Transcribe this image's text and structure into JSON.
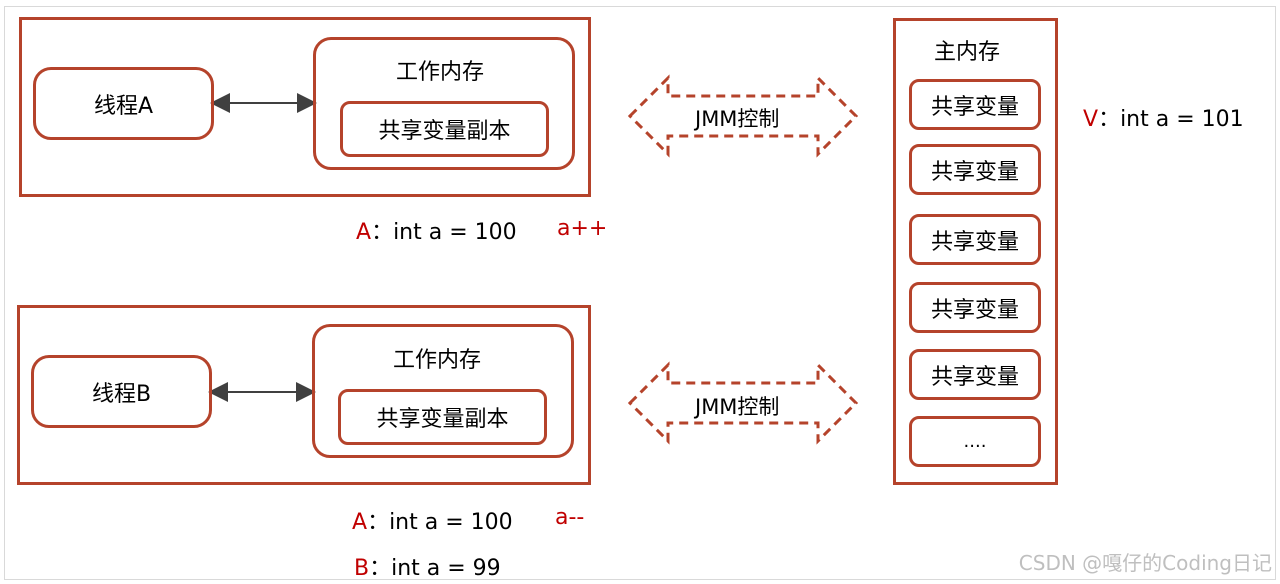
{
  "threadA": {
    "thread_label": "线程A",
    "work_memory_label": "工作内存",
    "copy_label": "共享变量副本"
  },
  "threadB": {
    "thread_label": "线程B",
    "work_memory_label": "工作内存",
    "copy_label": "共享变量副本"
  },
  "jmm_labels": [
    "JMM控制",
    "JMM控制"
  ],
  "main_memory": {
    "title": "主内存",
    "items": [
      "共享变量",
      "共享变量",
      "共享变量",
      "共享变量",
      "共享变量",
      "...."
    ]
  },
  "annotations": {
    "a_line_prefix": "A",
    "a_line_text": "：int a = 100",
    "a_op": "a++",
    "b_a_line_prefix": "A",
    "b_a_line_text": "：int a = 100",
    "b_op": "a--",
    "b_line_prefix": "B",
    "b_line_text": "：int a = 99",
    "v_prefix": "V",
    "v_text": "：int a = 101"
  },
  "watermark": "CSDN @嘎仔的Coding日记",
  "colors": {
    "border": "#b5432b",
    "accent_red": "#c00000",
    "connector": "#404040"
  }
}
